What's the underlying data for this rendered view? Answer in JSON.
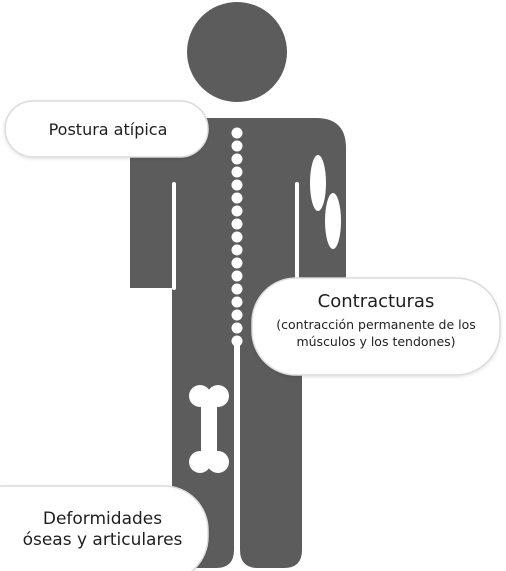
{
  "colors": {
    "body": "#5c5c5d",
    "accent": "#ffffff",
    "callout_fill": "#ffffff",
    "callout_stroke": "#dcdcdc",
    "text": "#1f1f1f"
  },
  "callouts": {
    "posture": {
      "text": "Postura atípica"
    },
    "contractures": {
      "title": "Contracturas",
      "description": "(contracción permanente de los músculos y los tendones)"
    },
    "deformities": {
      "line1": "Deformidades",
      "line2": "óseas y articulares"
    }
  },
  "icons": [
    "human-figure-icon",
    "spine-dots-icon",
    "bone-icon",
    "muscle-oval-icon"
  ]
}
